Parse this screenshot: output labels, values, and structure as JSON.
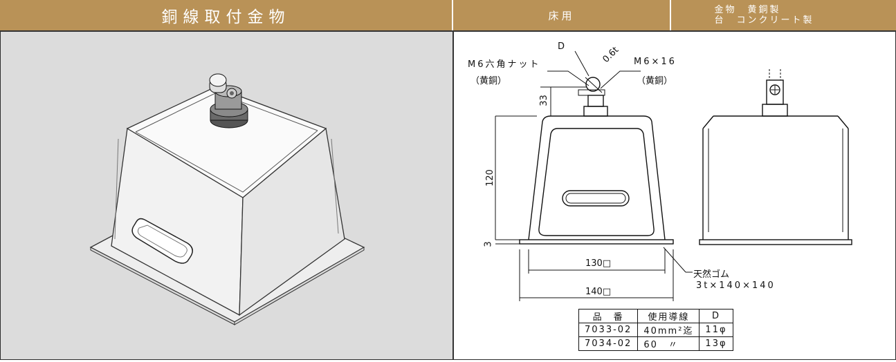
{
  "header": {
    "title": "銅線取付金物",
    "usage": "床用",
    "material_line1": "金物　黄銅製",
    "material_line2": "台　コンクリート製"
  },
  "drawing": {
    "label_d": "D",
    "label_thickness": "0.6t",
    "label_nut": "M6六角ナット",
    "label_nut_material": "（黄銅）",
    "label_bolt": "M6×16",
    "label_bolt_material": "（黄銅）",
    "dim_33": "33",
    "dim_120": "120",
    "dim_3": "3",
    "dim_130": "130□",
    "dim_140": "140□",
    "rubber_label": "天然ゴム",
    "rubber_size": "3t×140×140"
  },
  "table": {
    "headers": [
      "品　番",
      "使用導線",
      "D"
    ],
    "rows": [
      [
        "7033-02",
        "40mm²迄",
        "11φ"
      ],
      [
        "7034-02",
        "60　〃",
        "13φ"
      ]
    ]
  }
}
